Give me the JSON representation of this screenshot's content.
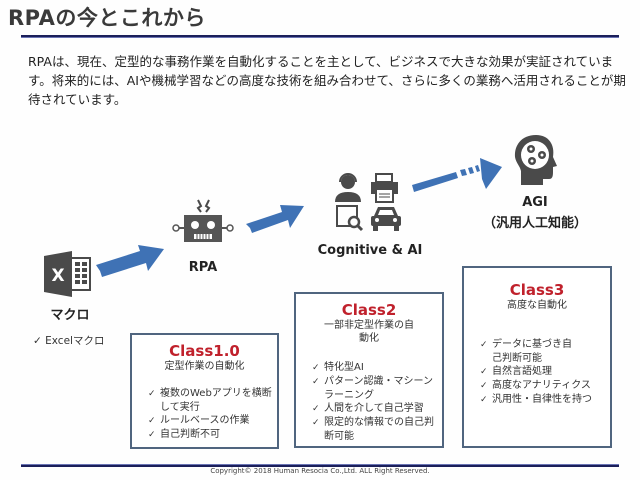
{
  "header": {
    "title": "RPAの今とこれから"
  },
  "intro": {
    "text": "RPAは、現在、定型的な事務作業を自動化することを主として、ビジネスで大きな効果が実証されています。将来的には、AIや機械学習などの高度な技術を組み合わせて、さらに多くの業務へ活用されることが期待されています。"
  },
  "colors": {
    "accent_blue": "#3f72b5",
    "class_red": "#c0212c",
    "icon_gray": "#4a4a4a",
    "rule_navy": "#1b1f5a",
    "box_border": "#50657f"
  },
  "stages": [
    {
      "icon": "excel-icon",
      "label": "マクロ",
      "note": "Excelマクロ"
    },
    {
      "icon": "robot-icon",
      "label": "RPA"
    },
    {
      "icon": "cognitive-icons",
      "label": "Cognitive & AI"
    },
    {
      "icon": "head-gears-icon",
      "label": "AGI",
      "sublabel": "（汎用人工知能）"
    }
  ],
  "classes": [
    {
      "title": "Class1.0",
      "subtitle": "定型作業の自動化",
      "items": [
        "複数のWebアプリを横断して実行",
        "ルールベースの作業",
        "自己判断不可"
      ]
    },
    {
      "title": "Class2",
      "subtitle": "一部非定型作業の自動化",
      "items": [
        "特化型AI",
        "パターン認識・マシーンラーニング",
        "人間を介して自己学習",
        "限定的な情報での自己判断可能"
      ]
    },
    {
      "title": "Class3",
      "subtitle": "高度な自動化",
      "items": [
        "データに基づき自己判断可能",
        "自然言語処理",
        "高度なアナリティクス",
        "汎用性・自律性を持つ"
      ]
    }
  ],
  "footer": {
    "copyright": "Copyright© 2018 Human Resocia Co.,Ltd. ALL Right Reserved."
  }
}
